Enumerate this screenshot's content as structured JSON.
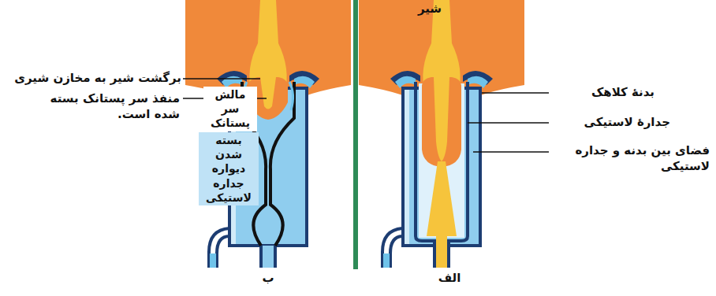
{
  "diagram": {
    "labels": [
      "شیر",
      "بدنۀ کلاهک",
      "جدارۀ لاستیکی",
      "فضای بین بدنه و جداره لاستیکی",
      "الف",
      "برگشت شیر به مخازن شیری",
      "منفذ سر پستانک بسته شده است.",
      "مالش سر پستانک",
      "بسته شدن دیواره جداره لاستیکی",
      "ب"
    ]
  }
}
